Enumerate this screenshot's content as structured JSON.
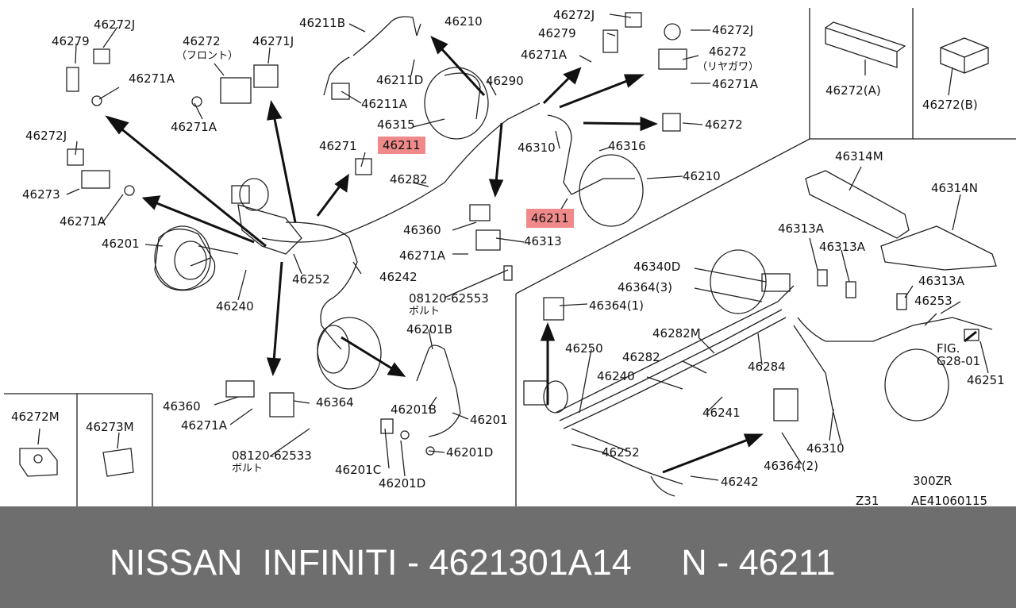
{
  "colors": {
    "highlight": "#f08a8a",
    "footer_bg": "#6e6e6e",
    "footer_text": "#ffffff",
    "line": "#222222"
  },
  "labels": {
    "l46272j_a": "46272J",
    "l46279_a": "46279",
    "l46272_front": "46272",
    "front_note": "（フロント）",
    "l46271j": "46271J",
    "l46271a_1": "46271A",
    "l46271a_2": "46271A",
    "l46272j_b": "46272J",
    "l46273": "46273",
    "l46271a_3": "46271A",
    "l46201": "46201",
    "l46240_left": "46240",
    "l46252_left": "46252",
    "l46242_left": "46242",
    "l46211b": "46211B",
    "l46210_top": "46210",
    "l46211d": "46211D",
    "l46211a": "46211A",
    "l46290": "46290",
    "l46315": "46315",
    "l46211_hl1": "46211",
    "l46271": "46271",
    "l46282": "46282",
    "l46360_mid": "46360",
    "l46313": "46313",
    "l46271a_mid": "46271A",
    "bolt1_num": "08120-62553",
    "bolt1_note": "ボルト",
    "l46201b_top": "46201B",
    "l46201b_low": "46201B",
    "l46201_mid": "46201",
    "l46201c": "46201C",
    "l46201d_1": "46201D",
    "l46201d_2": "46201D",
    "l46360_low": "46360",
    "l46364_low": "46364",
    "l46271a_low": "46271A",
    "bolt2_num": "08120-62533",
    "bolt2_note": "ボルト",
    "l46272j_tr": "46272J",
    "l46279_tr": "46279",
    "l46271a_tr": "46271A",
    "l46272_tr": "46272J",
    "l46272_rear": "46272",
    "rear_note": "（リヤガワ）",
    "l46271a_tr2": "46271A",
    "l46272_mid": "46272",
    "l46310_top": "46310",
    "l46316": "46316",
    "l46210_right": "46210",
    "l46211_hl2": "46211",
    "box_a": "46272(A)",
    "box_b": "46272(B)",
    "l46314m": "46314M",
    "l46314n": "46314N",
    "l46313a_1": "46313A",
    "l46313a_2": "46313A",
    "l46313a_3": "46313A",
    "l46253": "46253",
    "fig_ref1": "FIG.",
    "fig_ref2": "G28-01",
    "l46251": "46251",
    "l46340d": "46340D",
    "l46364_3": "46364(3)",
    "l46364_1": "46364(1)",
    "l46282m": "46282M",
    "l46250": "46250",
    "l46282_r": "46282",
    "l46240_r": "46240",
    "l46284": "46284",
    "l46241": "46241",
    "l46252_r": "46252",
    "l46310_r": "46310",
    "l46364_2": "46364(2)",
    "l46242_r": "46242",
    "model": "300ZR",
    "code_z31": "Z31",
    "code_ae": "AE41060115",
    "box_m": "46272M",
    "box_m3": "46273M"
  },
  "footer": {
    "text": "NISSAN  INFINITI - 4621301A14     N - 46211"
  }
}
